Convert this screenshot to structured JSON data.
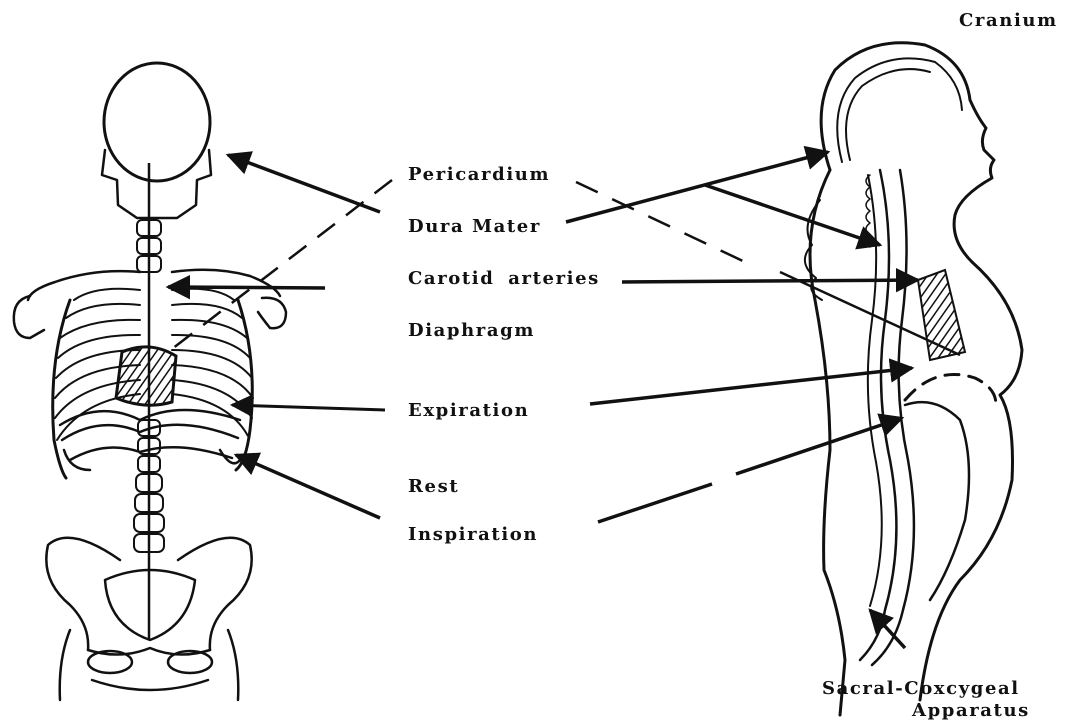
{
  "labels": {
    "cranium": "Cranium",
    "pericardium": "Pericardium",
    "dura_mater": "Dura Mater",
    "carotid_arteries": "Carotid arteries",
    "diaphragm": "Diaphragm",
    "expiration": "Expiration",
    "rest": "Rest",
    "inspiration": "Inspiration",
    "sacral_line1": "Sacral-Coxcygeal",
    "sacral_line2": "Apparatus"
  },
  "colors": {
    "ink": "#111111",
    "background": "#ffffff"
  }
}
